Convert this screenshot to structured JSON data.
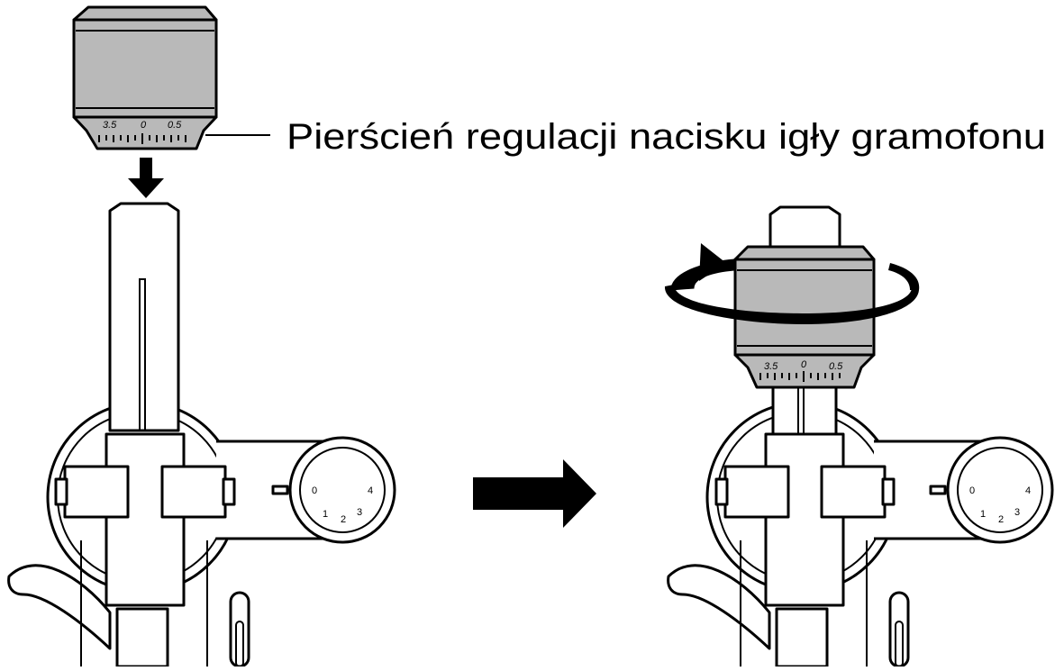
{
  "label": "Pierścień regulacji nacisku igły gramofonu",
  "ring_scale": [
    "3.5",
    "0",
    "0.5"
  ],
  "anti_skate_dial": [
    "0",
    "1",
    "2",
    "3",
    "4"
  ]
}
